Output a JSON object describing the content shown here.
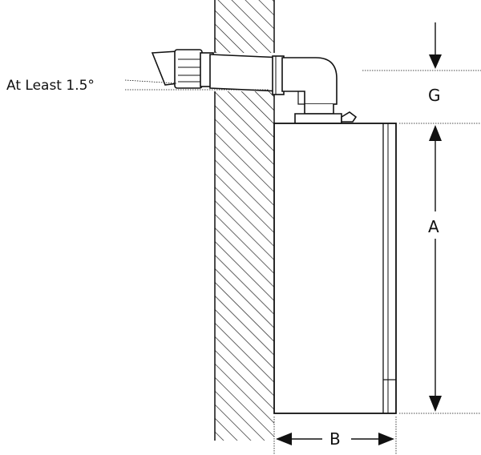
{
  "diagram": {
    "angle_label": "At Least 1.5°",
    "dim_a": "A",
    "dim_b": "B",
    "dim_g": "G"
  },
  "colors": {
    "line": "#111111",
    "background": "#ffffff"
  }
}
